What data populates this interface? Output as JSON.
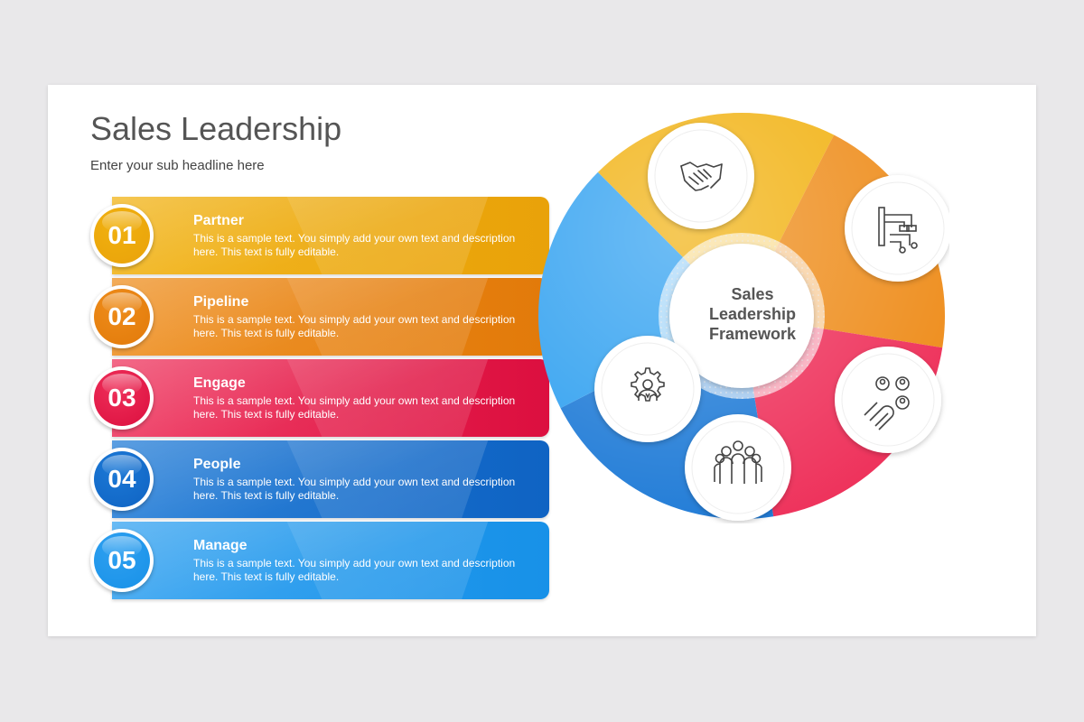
{
  "title": "Sales Leadership",
  "subtitle": "Enter your sub headline here",
  "steps": [
    {
      "number": "01",
      "title": "Partner",
      "desc": "This is a sample text. You simply add your own text and description here. This text is fully editable.",
      "color": "#F1B10F",
      "color_dark": "#E9A20A"
    },
    {
      "number": "02",
      "title": "Pipeline",
      "desc": "This is a sample text. You simply add your own text and description here. This text is fully editable.",
      "color": "#EE8C1A",
      "color_dark": "#E27A0A"
    },
    {
      "number": "03",
      "title": "Engage",
      "desc": "This is a sample text. You simply add your own text and description here. This text is fully editable.",
      "color": "#EE2F59",
      "color_dark": "#DC0F3F"
    },
    {
      "number": "04",
      "title": "People",
      "desc": "This is a sample text. You simply add your own text and description here. This text is fully editable.",
      "color": "#1C79D6",
      "color_dark": "#0F63C3"
    },
    {
      "number": "05",
      "title": "Manage",
      "desc": "This is a sample text. You simply add your own text and description here. This text is fully editable.",
      "color": "#2FA0F0",
      "color_dark": "#1791E8"
    }
  ],
  "framework": {
    "center_label": "Sales\nLeadership\nFramework",
    "nodes": [
      {
        "icon": "handshake-icon",
        "color": "#F1B10F"
      },
      {
        "icon": "pipeline-icon",
        "color": "#EE8C1A"
      },
      {
        "icon": "magnet-people-icon",
        "color": "#EE2F59"
      },
      {
        "icon": "team-icon",
        "color": "#1C79D6"
      },
      {
        "icon": "gear-person-icon",
        "color": "#2FA0F0"
      }
    ]
  }
}
